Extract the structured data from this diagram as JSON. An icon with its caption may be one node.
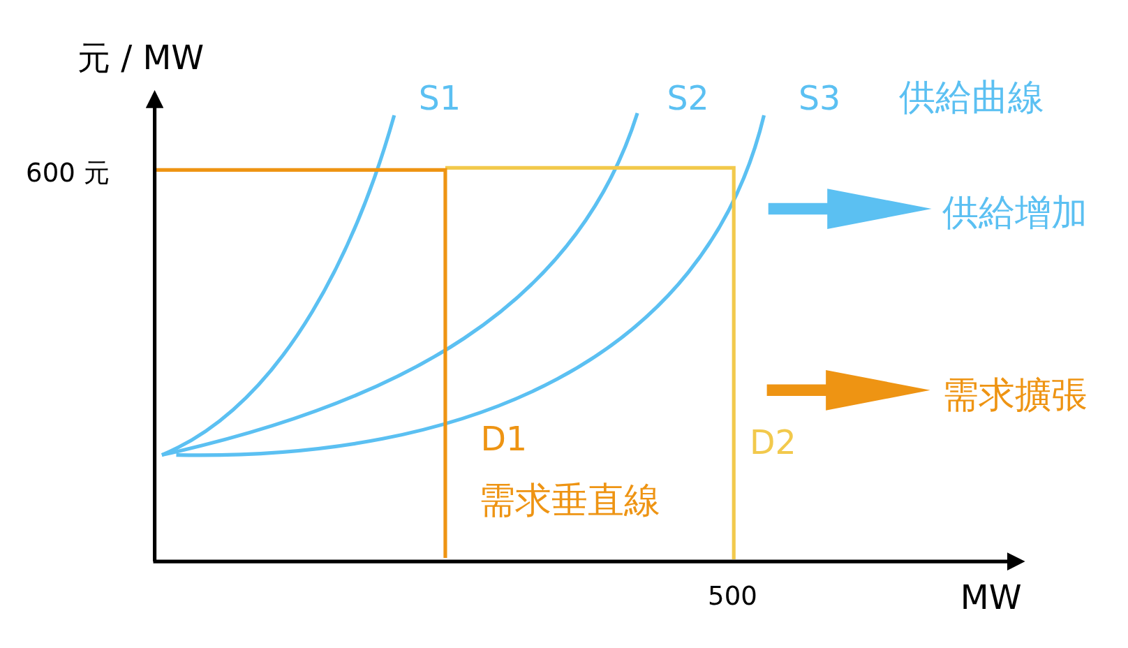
{
  "diagram": {
    "labels": [
      "元 / MW",
      "S1",
      "S2",
      "S3",
      "供給曲線",
      "600 元",
      "供給增加",
      "D1",
      "D2",
      "需求擴張",
      "需求垂直線",
      "500",
      "MW"
    ]
  }
}
